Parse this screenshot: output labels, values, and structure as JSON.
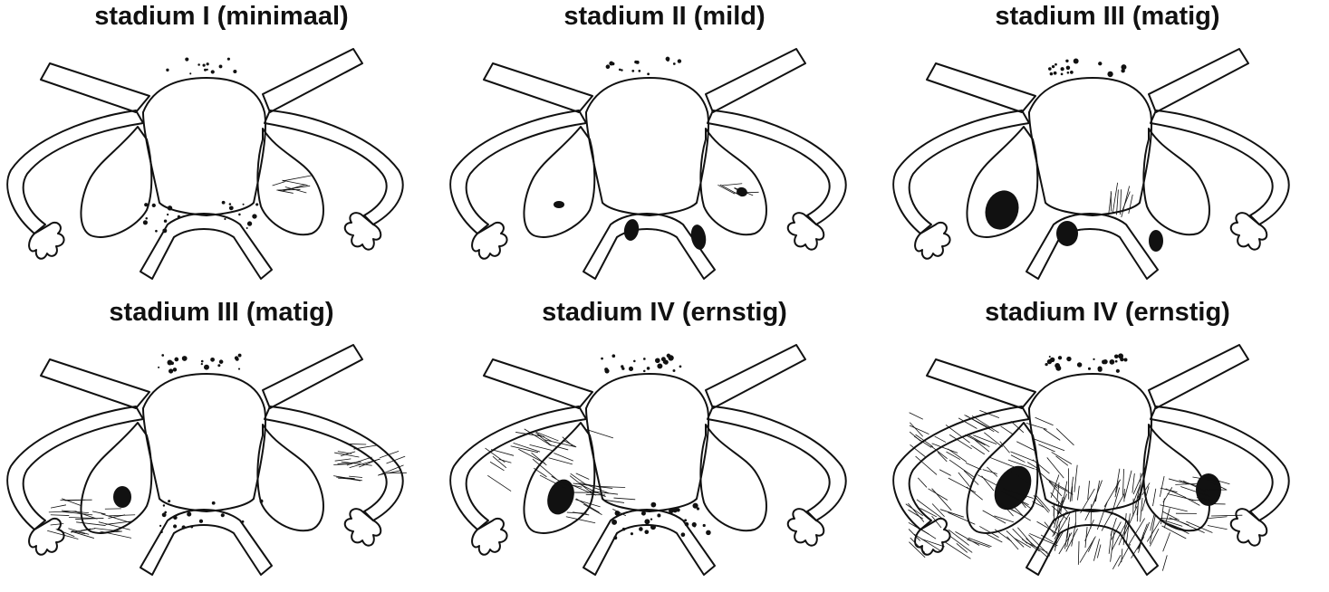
{
  "panels": [
    {
      "title": "stadium I (minimaal)",
      "stage": 1
    },
    {
      "title": "stadium II (mild)",
      "stage": 2
    },
    {
      "title": "stadium III (matig)",
      "stage": 3
    },
    {
      "title": "stadium III (matig)",
      "stage": 3
    },
    {
      "title": "stadium IV (ernstig)",
      "stage": 4
    },
    {
      "title": "stadium IV (ernstig)",
      "stage": 4
    }
  ],
  "colors": {
    "stroke": "#111111",
    "lesion": "#111111",
    "background": "#ffffff"
  },
  "icons": [
    "uterus-diagram-icon"
  ]
}
